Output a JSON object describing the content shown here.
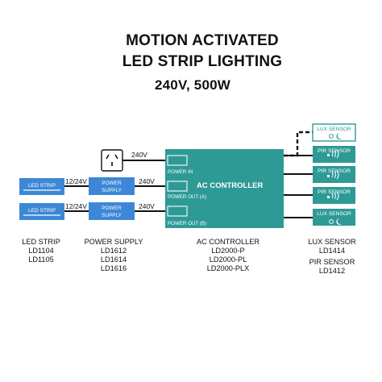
{
  "title": {
    "line1": "MOTION ACTIVATED",
    "line2": "LED STRIP LIGHTING",
    "line3": "240V, 500W"
  },
  "diagram": {
    "controller": {
      "name": "AC CONTROLLER",
      "ports": [
        "POWER IN",
        "POWER OUT (A)",
        "POWER OUT (B)"
      ]
    },
    "led_strip": "LED STRIP",
    "power_supply": "POWER SUPPLY",
    "voltage_low": "12/24V",
    "voltage_mains": "240V",
    "sensors": [
      {
        "name": "LUX SENSOR",
        "icon": "moon-icon"
      },
      {
        "name": "PIR SENSOR",
        "icon": "motion-waves-icon"
      },
      {
        "name": "PIR SENSOR",
        "icon": "motion-waves-icon"
      },
      {
        "name": "PIR SENSOR",
        "icon": "motion-waves-icon"
      },
      {
        "name": "LUX SENSOR",
        "icon": "moon-icon"
      }
    ],
    "colors": {
      "controller": "#2e9a96",
      "blue_box": "#3d88d6",
      "sensor": "#2e9a96",
      "wire": "#111111"
    }
  },
  "legend": {
    "led_strip": {
      "title": "LED STRIP",
      "codes": [
        "LD1104",
        "LD1105"
      ]
    },
    "power_supply": {
      "title": "POWER SUPPLY",
      "codes": [
        "LD1612",
        "LD1614",
        "LD1616"
      ]
    },
    "ac_controller": {
      "title": "AC CONTROLLER",
      "codes": [
        "LD2000-P",
        "LD2000-PL",
        "LD2000-PLX"
      ]
    },
    "lux_sensor": {
      "title": "LUX SENSOR",
      "codes": [
        "LD1414"
      ]
    },
    "pir_sensor": {
      "title": "PIR SENSOR",
      "codes": [
        "LD1412"
      ]
    }
  }
}
